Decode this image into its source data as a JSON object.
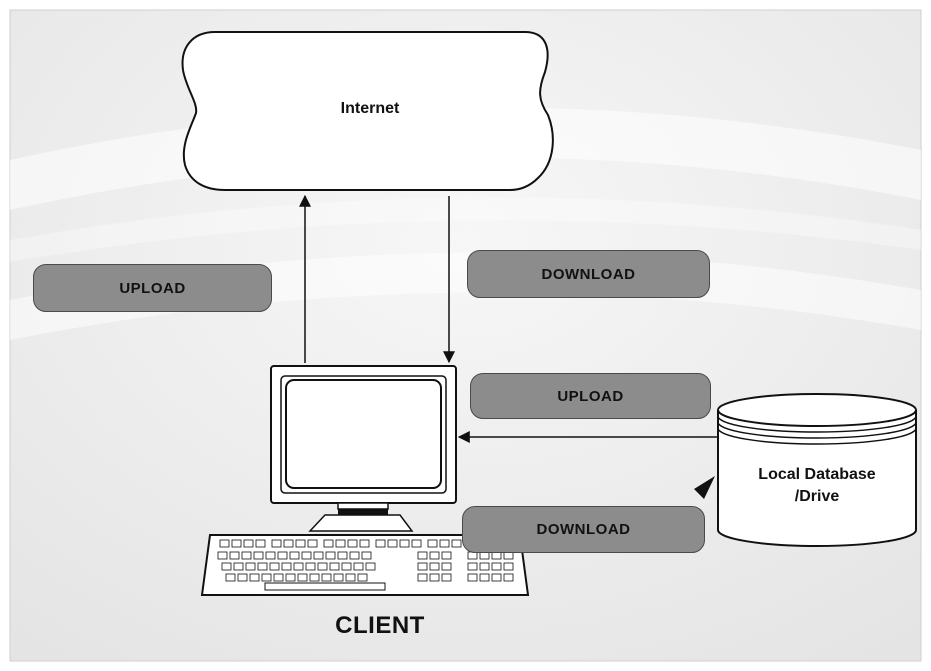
{
  "nodes": {
    "internet": "Internet",
    "database_line1": "Local Database",
    "database_line2": "/Drive",
    "client": "CLIENT"
  },
  "edge_labels": {
    "upload_internet": "UPLOAD",
    "download_internet": "DOWNLOAD",
    "upload_database": "UPLOAD",
    "download_database": "DOWNLOAD"
  },
  "colors": {
    "pill_fill": "#8c8c8c",
    "pill_border": "#4a4a4a",
    "line": "#111111",
    "background": "#eeeeee"
  }
}
